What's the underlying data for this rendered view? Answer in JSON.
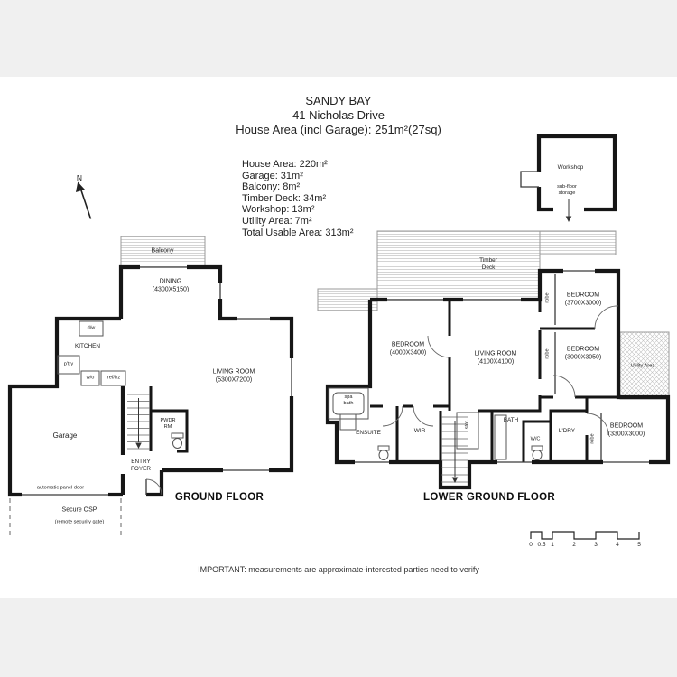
{
  "header": {
    "title": "SANDY BAY",
    "address": "41 Nicholas Drive",
    "house_area_line": "House Area (incl Garage): 251m²(27sq)"
  },
  "area_summary": [
    "House Area: 220m²",
    "Garage: 31m²",
    "Balcony: 8m²",
    "Timber Deck: 34m²",
    "Workshop: 13m²",
    "Utility Area: 7m²",
    "Total Usable Area: 313m²"
  ],
  "compass": {
    "north_label": "N"
  },
  "ground_floor": {
    "title": "GROUND FLOOR",
    "labels": {
      "balcony": "Balcony",
      "dining": "DINING\n(4300X5150)",
      "kitchen": "KITCHEN",
      "dishwasher": "d/w",
      "pantry": "p'try",
      "wall_oven": "w/o",
      "fridge": "ref/frz",
      "living": "LIVING ROOM\n(5300X7200)",
      "garage": "Garage",
      "powder_room": "PWDR\nRM",
      "entry": "ENTRY\nFOYER",
      "auto_door": "automatic panel door",
      "secure_osp": "Secure OSP",
      "secure_osp_note": "(remote security gate)"
    }
  },
  "lower_ground_floor": {
    "title": "LOWER GROUND FLOOR",
    "labels": {
      "workshop": "Workshop",
      "subfloor_storage": "sub-floor\nstorage",
      "timber_deck": "Timber\nDeck",
      "bedroom1": "BEDROOM\n(3700X3000)",
      "bedroom2": "BEDROOM\n(4000X3400)",
      "living": "LIVING ROOM\n(4100X4100)",
      "bedroom3": "BEDROOM\n(3000X3050)",
      "bedroom4": "BEDROOM\n(3300X3000)",
      "utility": "Utility Area",
      "spa_bath": "spa\nbath",
      "ensuite": "ENSUITE",
      "wir": "WIR",
      "storage": "stor.",
      "bath": "BATH",
      "wc": "W/C",
      "laundry": "L'DRY",
      "robe1": "robe",
      "robe2": "robe",
      "robe3": "robe"
    }
  },
  "scale_bar": {
    "ticks": [
      "0",
      "0.5",
      "1",
      "2",
      "3",
      "4",
      "5"
    ]
  },
  "footer": {
    "disclaimer": "IMPORTANT: measurements are approximate-interested parties need to verify"
  }
}
